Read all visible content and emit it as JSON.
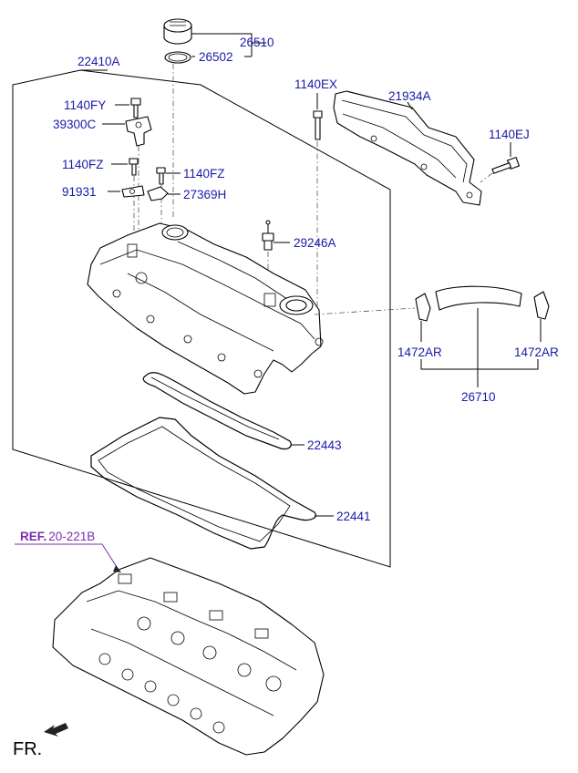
{
  "labels": {
    "p26510": "26510",
    "p26502": "26502",
    "p22410A": "22410A",
    "p1140EX": "1140EX",
    "p21934A": "21934A",
    "p1140EJ": "1140EJ",
    "p1140FY": "1140FY",
    "p39300C": "39300C",
    "p1140FZ_left": "1140FZ",
    "p1140FZ_right": "1140FZ",
    "p91931": "91931",
    "p27369H": "27369H",
    "p29246A": "29246A",
    "p1472AR_left": "1472AR",
    "p1472AR_right": "1472AR",
    "p26710": "26710",
    "p22443": "22443",
    "p22441": "22441"
  },
  "reference": {
    "prefix": "REF.",
    "code": "20-221B"
  },
  "direction": {
    "label": "FR."
  }
}
